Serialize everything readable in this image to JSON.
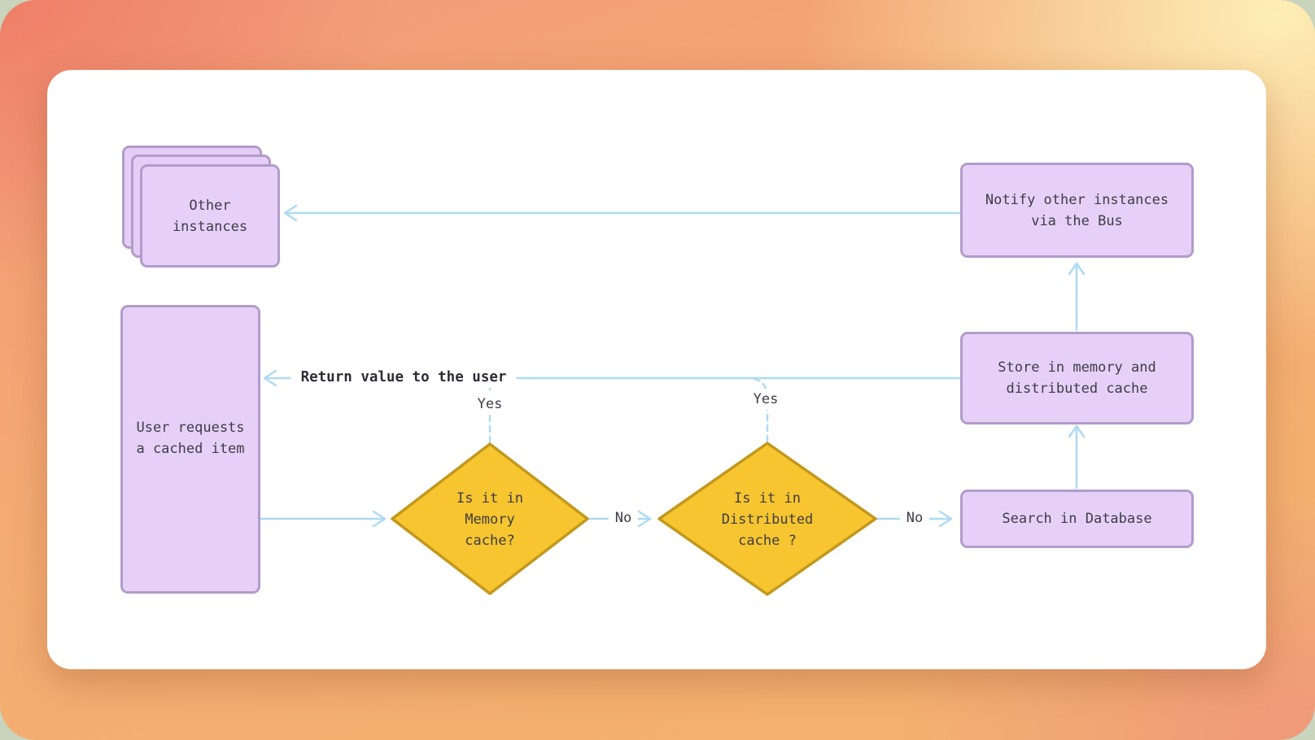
{
  "colors": {
    "canvas_card": "#ffffff",
    "node_fill": "#e6d0f8",
    "node_border": "#b19cca",
    "decision_fill": "#f6c52f",
    "decision_border": "#c2981d",
    "connector_blue": "#aedaf4",
    "text": "#3f3c46",
    "background_gradient": [
      "#ef7f68",
      "#fdeeb5",
      "#f4ab72",
      "#ef987a"
    ]
  },
  "nodes": {
    "other_instances": {
      "line1": "Other",
      "line2": "instances"
    },
    "notify_bus": {
      "line1": "Notify other instances",
      "line2": "via the Bus"
    },
    "user_request": {
      "line1": "User requests",
      "line2": "a cached item"
    },
    "store_cache": {
      "line1": "Store in memory and",
      "line2": "distributed cache"
    },
    "search_db": {
      "line1": "Search in Database"
    },
    "memory_decision": {
      "line1": "Is it in",
      "line2": "Memory",
      "line3": "cache?"
    },
    "distributed_decision": {
      "line1": "Is it in",
      "line2": "Distributed",
      "line3": "cache ?"
    }
  },
  "edge_labels": {
    "return_value": "Return value to the user",
    "memory_yes": "Yes",
    "distributed_yes": "Yes",
    "memory_no": "No",
    "distributed_no": "No"
  }
}
